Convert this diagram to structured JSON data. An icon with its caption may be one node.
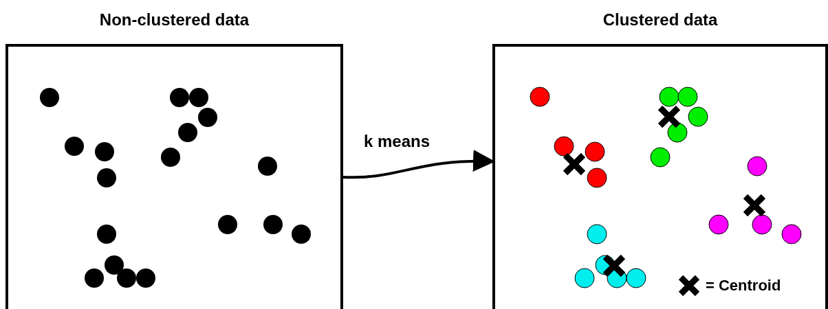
{
  "diagram": {
    "nodes": [
      {
        "text": [
          "Non-clustered data"
        ]
      },
      {
        "text": [
          "Clustered data"
        ]
      }
    ],
    "edges": [
      {
        "from": 0,
        "to": 1,
        "arrow": "to",
        "label": "k means"
      }
    ],
    "legend": [
      {
        "text": "= Centroid"
      }
    ]
  }
}
